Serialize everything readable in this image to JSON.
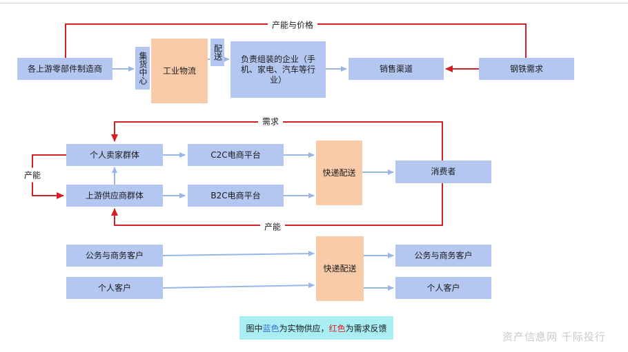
{
  "nodes": {
    "upstream_manufacturers": "各上游零部件制造商",
    "distribution_center": "集货中心",
    "industrial_logistics": "工业物流",
    "delivery_vertical": "配送",
    "assembly_companies": "负责组装的企业（手机、家电、汽车等行业）",
    "sales_channels": "销售渠道",
    "steel_demand": "钢铁需求",
    "individual_sellers": "个人卖家群体",
    "c2c_platform": "C2C电商平台",
    "upstream_suppliers": "上游供应商群体",
    "b2c_platform": "B2C电商平台",
    "express_delivery_1": "快递配送",
    "consumers": "消费者",
    "business_clients_left": "公务与商务客户",
    "individual_clients_left": "个人客户",
    "express_delivery_2": "快递配送",
    "business_clients_right": "公务与商务客户",
    "individual_clients_right": "个人客户"
  },
  "labels": {
    "capacity_price": "产能与价格",
    "demand": "需求",
    "capacity_left": "产能",
    "capacity_bottom": "产能"
  },
  "legend": {
    "prefix": "图中",
    "blue_word": "蓝色",
    "middle": "为实物供应，",
    "red_word": "红色",
    "suffix": "为需求反馈"
  },
  "watermark": "资产信息网 千际投行",
  "colors": {
    "supply_arrow": "#9ab6e6",
    "feedback_arrow": "#d41f26",
    "node_blue": "#b4c7f0",
    "node_orange": "#f9cba8",
    "legend_bg": "#a9eef2"
  }
}
